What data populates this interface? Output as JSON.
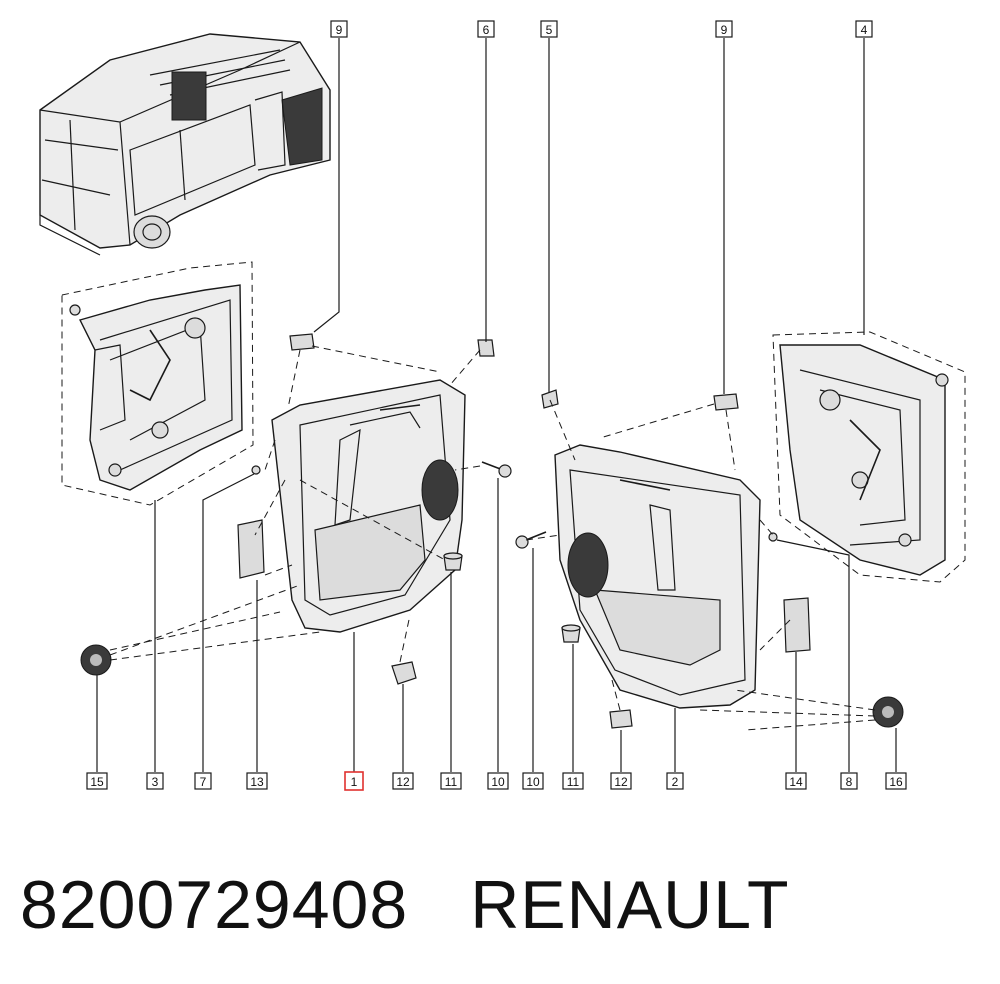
{
  "footer": {
    "part_number": "8200729408",
    "brand": "RENAULT"
  },
  "callouts": {
    "c9_left": "9",
    "c6": "6",
    "c5": "5",
    "c9_right": "9",
    "c4": "4",
    "c15": "15",
    "c3": "3",
    "c7": "7",
    "c13": "13",
    "c1": "1",
    "c12_left": "12",
    "c11_left": "11",
    "c10_left": "10",
    "c10_right": "10",
    "c11_right": "11",
    "c12_right": "12",
    "c2": "2",
    "c14": "14",
    "c8": "8",
    "c16": "16"
  },
  "colors": {
    "line": "#1a1a1a",
    "highlight": "#e0312f",
    "fill": "#ececec",
    "dark": "#3a3a3a"
  }
}
